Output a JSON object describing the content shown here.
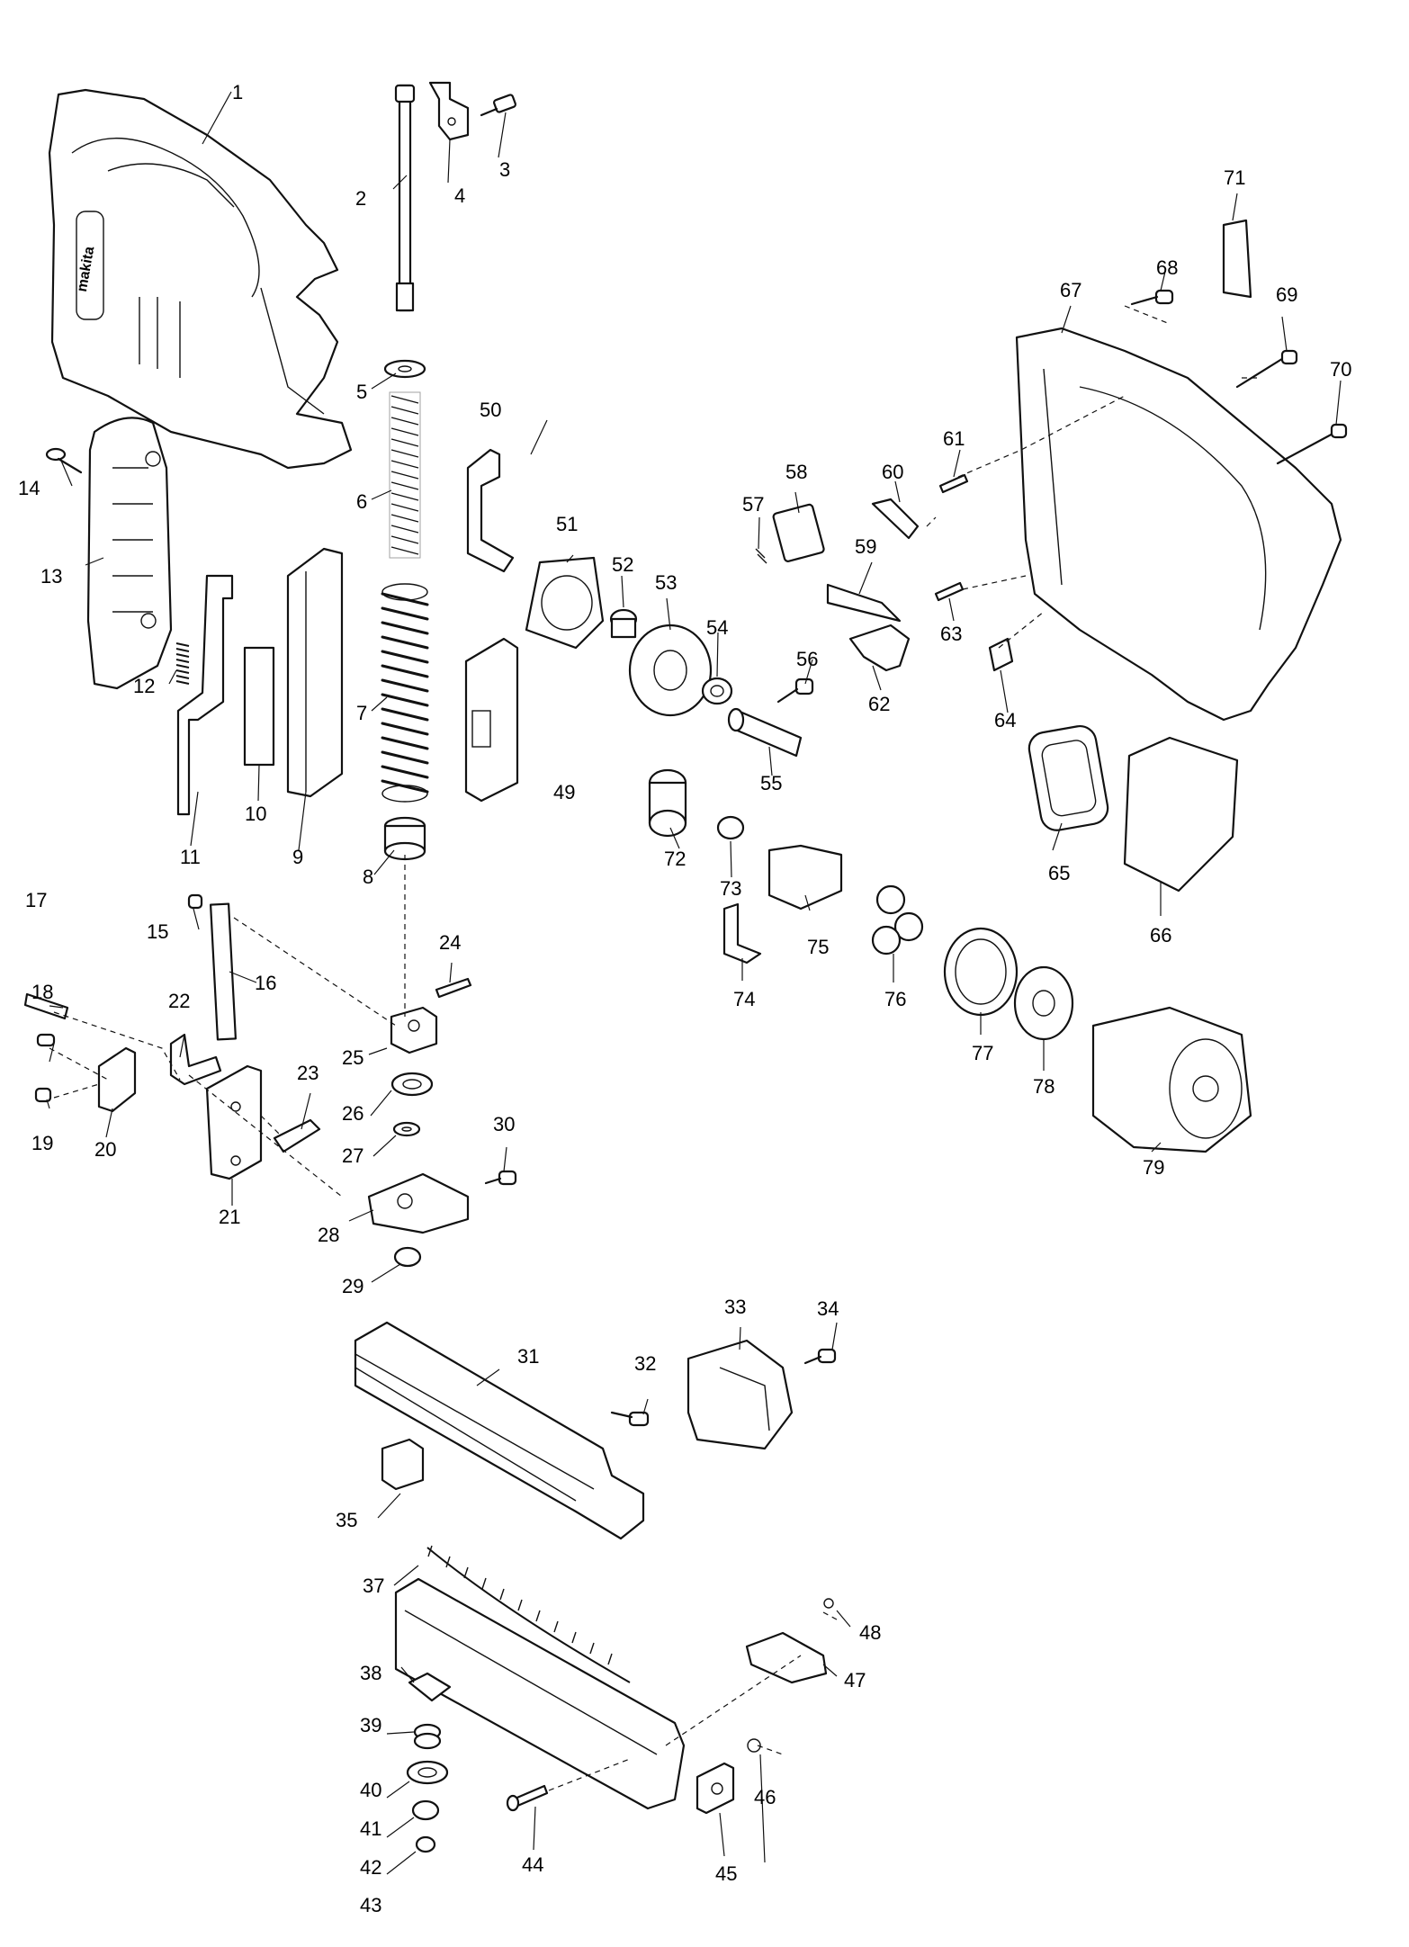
{
  "diagram": {
    "part_labels": [
      "1",
      "2",
      "3",
      "4",
      "5",
      "6",
      "7",
      "8",
      "9",
      "10",
      "11",
      "12",
      "13",
      "14",
      "15",
      "16",
      "17",
      "18",
      "19",
      "20",
      "21",
      "22",
      "23",
      "24",
      "25",
      "26",
      "27",
      "28",
      "29",
      "30",
      "31",
      "32",
      "33",
      "34",
      "35",
      "37",
      "38",
      "39",
      "40",
      "41",
      "42",
      "43",
      "44",
      "45",
      "46",
      "47",
      "48",
      "49",
      "50",
      "51",
      "52",
      "53",
      "54",
      "55",
      "56",
      "57",
      "58",
      "59",
      "60",
      "61",
      "62",
      "63",
      "64",
      "65",
      "66",
      "67",
      "68",
      "69",
      "70",
      "71",
      "72",
      "73",
      "74",
      "75",
      "76",
      "77",
      "78",
      "79"
    ],
    "logo_text": "makita"
  }
}
